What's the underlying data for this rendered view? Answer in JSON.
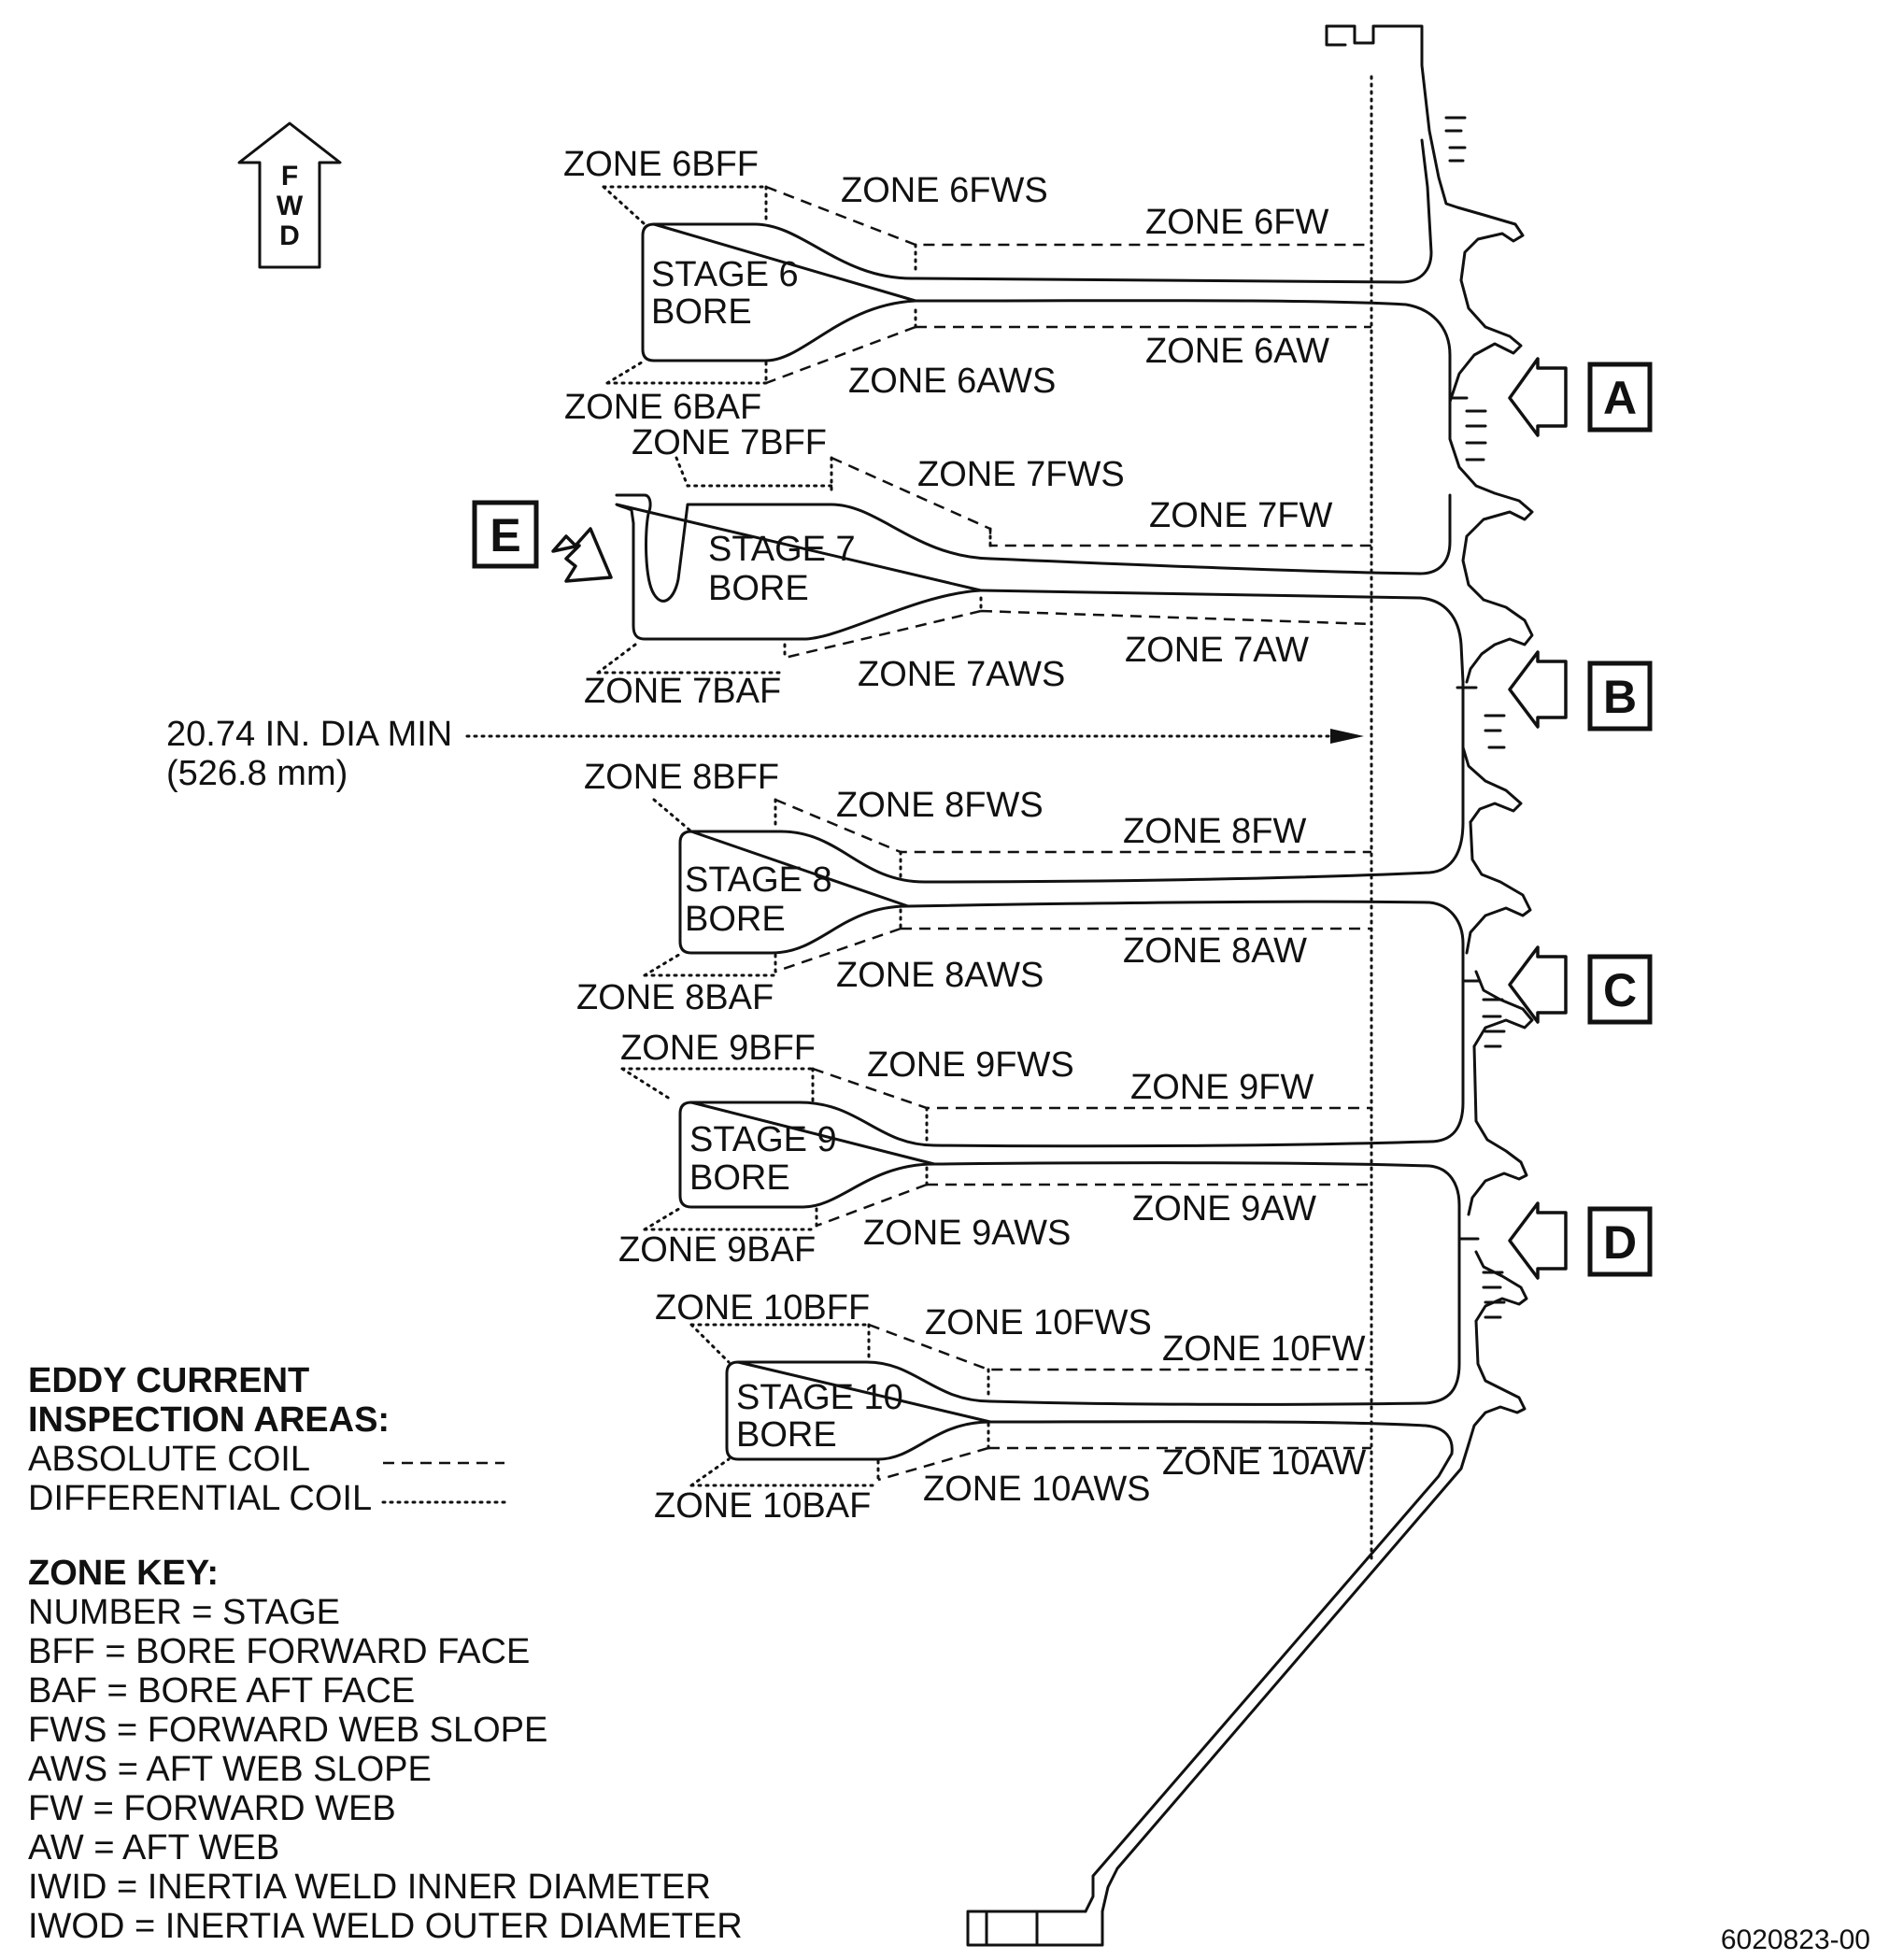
{
  "fwd_indicator": {
    "letters": [
      "F",
      "W",
      "D"
    ]
  },
  "stages": [
    {
      "stage_label": "STAGE 6",
      "bore_label": "BORE",
      "zones": {
        "bff": "ZONE 6BFF",
        "fws": "ZONE 6FWS",
        "fw": "ZONE 6FW",
        "aw": "ZONE 6AW",
        "aws": "ZONE 6AWS",
        "baf": "ZONE 6BAF"
      }
    },
    {
      "stage_label": "STAGE 7",
      "bore_label": "BORE",
      "zones": {
        "bff": "ZONE 7BFF",
        "fws": "ZONE 7FWS",
        "fw": "ZONE 7FW",
        "aw": "ZONE 7AW",
        "aws": "ZONE 7AWS",
        "baf": "ZONE 7BAF"
      }
    },
    {
      "stage_label": "STAGE 8",
      "bore_label": "BORE",
      "zones": {
        "bff": "ZONE 8BFF",
        "fws": "ZONE 8FWS",
        "fw": "ZONE 8FW",
        "aw": "ZONE 8AW",
        "aws": "ZONE 8AWS",
        "baf": "ZONE 8BAF"
      }
    },
    {
      "stage_label": "STAGE 9",
      "bore_label": "BORE",
      "zones": {
        "bff": "ZONE 9BFF",
        "fws": "ZONE 9FWS",
        "fw": "ZONE 9FW",
        "aw": "ZONE 9AW",
        "aws": "ZONE 9AWS",
        "baf": "ZONE 9BAF"
      }
    },
    {
      "stage_label": "STAGE 10",
      "bore_label": "BORE",
      "zones": {
        "bff": "ZONE 10BFF",
        "fws": "ZONE 10FWS",
        "fw": "ZONE 10FW",
        "aw": "ZONE 10AW",
        "aws": "ZONE 10AWS",
        "baf": "ZONE 10BAF"
      }
    }
  ],
  "callouts": [
    "A",
    "B",
    "C",
    "D",
    "E"
  ],
  "diameter_note": {
    "line1": "20.74 IN. DIA MIN",
    "line2": "(526.8 mm)"
  },
  "legend": {
    "title_line1": "EDDY CURRENT",
    "title_line2": "INSPECTION AREAS:",
    "absolute_coil": "ABSOLUTE COIL",
    "differential_coil": "DIFFERENTIAL COIL"
  },
  "zone_key": {
    "title": "ZONE KEY:",
    "entries": [
      "NUMBER = STAGE",
      "BFF = BORE FORWARD FACE",
      "BAF = BORE AFT FACE",
      "FWS = FORWARD WEB SLOPE",
      "AWS = AFT WEB SLOPE",
      "FW = FORWARD WEB",
      "AW = AFT WEB",
      "IWID = INERTIA WELD INNER DIAMETER",
      "IWOD = INERTIA WELD OUTER DIAMETER"
    ]
  },
  "document_number": "6020823-00"
}
